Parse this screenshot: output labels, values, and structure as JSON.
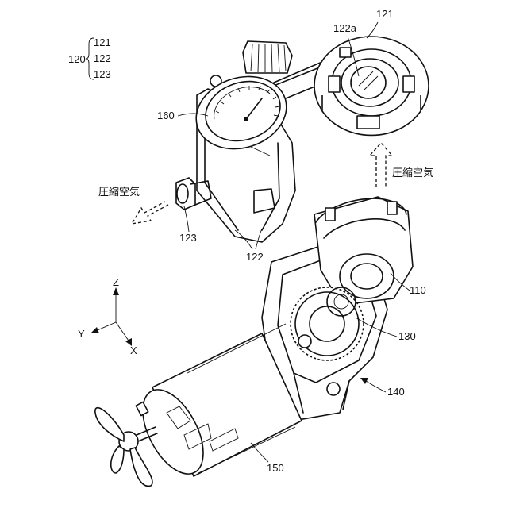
{
  "labels": {
    "group": "120",
    "group_items": [
      "121",
      "122",
      "123"
    ],
    "l121": "121",
    "l122a": "122a",
    "l160": "160",
    "l123": "123",
    "l122": "122",
    "l110": "110",
    "l130": "130",
    "l140": "140",
    "l150": "150",
    "air_right": "圧縮空気",
    "air_left": "圧縮空気"
  },
  "axes": {
    "z": "Z",
    "y": "Y",
    "x": "X"
  }
}
